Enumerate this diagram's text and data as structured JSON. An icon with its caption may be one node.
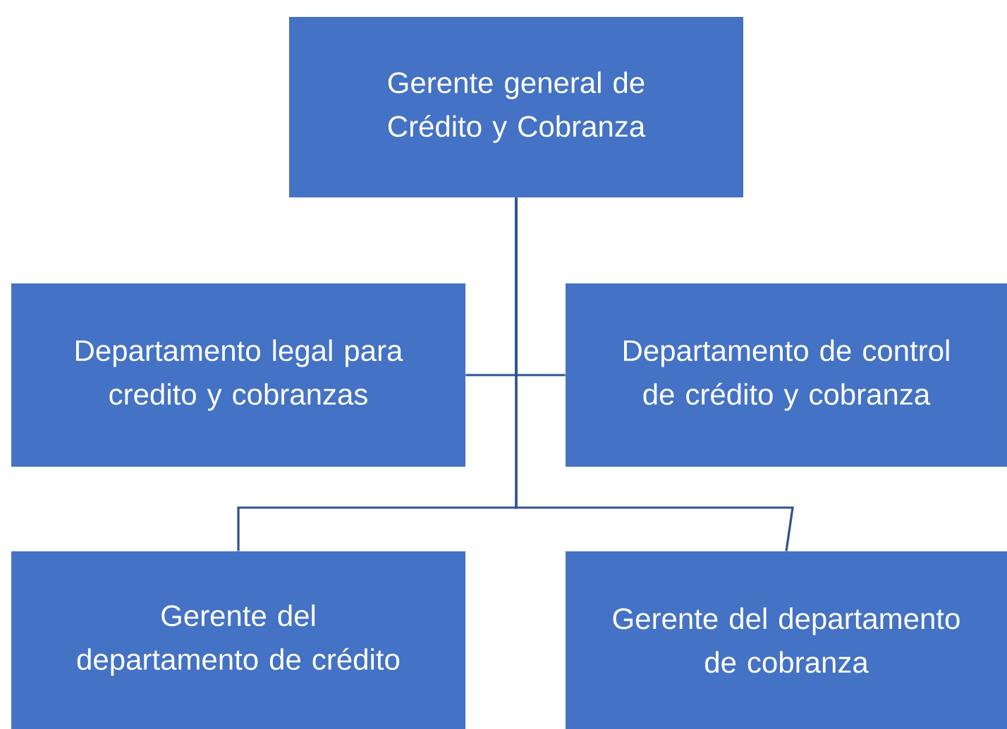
{
  "diagram": {
    "nodes": [
      {
        "text": [
          "Gerente general de Crédito y Cobranza"
        ]
      },
      {
        "text": [
          "Departamento legal para credito y cobranzas"
        ]
      },
      {
        "text": [
          "Departamento de control de crédito y cobranza"
        ]
      },
      {
        "text": [
          "Gerente del departamento de crédito"
        ]
      },
      {
        "text": [
          "Gerente del departamento de cobranza"
        ]
      }
    ],
    "edges": [
      {
        "from": 0,
        "to": 1,
        "arrow": "none"
      },
      {
        "from": 0,
        "to": 2,
        "arrow": "none"
      },
      {
        "from": 0,
        "to": 3,
        "arrow": "none"
      },
      {
        "from": 0,
        "to": 4,
        "arrow": "none"
      }
    ]
  }
}
